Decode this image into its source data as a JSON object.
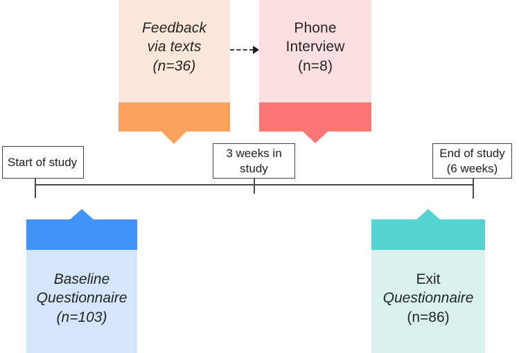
{
  "diagram": {
    "title": "Study timeline flow diagram",
    "colors": {
      "orange_light": "#FCE8DA",
      "orange_dark": "#FBA25C",
      "pink_light": "#FCE0E0",
      "pink_dark": "#FA7573",
      "blue_light": "#D5E5FC",
      "blue_dark": "#4294FB",
      "teal_light": "#D9F2EF",
      "teal_dark": "#55D2D2",
      "line": "#4a4a4a",
      "text": "#242424"
    }
  },
  "top_nodes": [
    {
      "id": "feedback",
      "name": "feedback-via-texts",
      "lines": [
        "Feedback",
        "via texts",
        "(n=36)"
      ],
      "sample_size": 36,
      "style": "italic",
      "accent": "#FBA25C"
    },
    {
      "id": "phone",
      "name": "phone-interview",
      "lines": [
        "Phone",
        "Interview",
        "(n=8)"
      ],
      "sample_size": 8,
      "style": "roman",
      "accent": "#FA7573"
    }
  ],
  "connector": {
    "name": "dashed-arrow",
    "from": "feedback",
    "to": "phone",
    "style": "dashed"
  },
  "timeline": {
    "name": "study-timeline",
    "markers": [
      {
        "id": "start",
        "lines": [
          "Start of study"
        ]
      },
      {
        "id": "mid",
        "lines": [
          "3 weeks in",
          "study"
        ]
      },
      {
        "id": "end",
        "lines": [
          "End of study",
          "(6 weeks)"
        ]
      }
    ]
  },
  "bottom_nodes": [
    {
      "id": "baseline",
      "name": "baseline-questionnaire",
      "lines": [
        "Baseline",
        "Questionnaire",
        "(n=103)"
      ],
      "line_styles": [
        "italic",
        "italic",
        "italic"
      ],
      "sample_size": 103,
      "accent": "#4294FB"
    },
    {
      "id": "exit",
      "name": "exit-questionnaire",
      "lines": [
        "Exit",
        "Questionnaire",
        "(n=86)"
      ],
      "line_styles": [
        "roman",
        "italic",
        "roman"
      ],
      "sample_size": 86,
      "accent": "#55D2D2"
    }
  ]
}
